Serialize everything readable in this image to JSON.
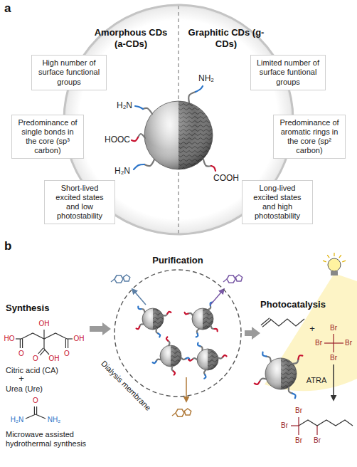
{
  "diagram": {
    "nodes": [
      {
        "text": [
          "Amorphous CDs (a-CDs)",
          "Graphitic CDs (g-CDs)"
        ]
      },
      {
        "text": [
          "High number of surface functional groups"
        ],
        "in": 0
      },
      {
        "text": [
          "Limited number of surface funtional groups"
        ],
        "in": 0
      },
      {
        "text": [
          "Predominance of single bonds in the core (sp³ carbon)"
        ],
        "in": 0
      },
      {
        "text": [
          "Predominance of aromatic rings in the core (sp² carbon)"
        ],
        "in": 0
      },
      {
        "text": [
          "Short-lived excited states and low photostability"
        ],
        "in": 0
      },
      {
        "text": [
          "Long-lived excited states and high photostability"
        ],
        "in": 0
      },
      {
        "text": [
          "Purification",
          "Dialysis membrane"
        ]
      }
    ],
    "labels": [
      "a",
      "H₂N",
      "NH₂",
      "HOOC",
      "H₂N",
      "COOH",
      "b",
      "Synthesis",
      "OH",
      "HO",
      "OH",
      "O",
      "O",
      "OH",
      "O",
      "Citric acid (CA)",
      "+",
      "Urea (Ure)",
      "O",
      "H₂N",
      "NH₂",
      "Microwave assisted hydrothermal synthesis",
      "Photocatalysis",
      "+",
      "Br",
      "Br",
      "Br",
      "Br",
      "ATRA",
      "Br",
      "Br",
      "Br",
      "Br"
    ]
  }
}
